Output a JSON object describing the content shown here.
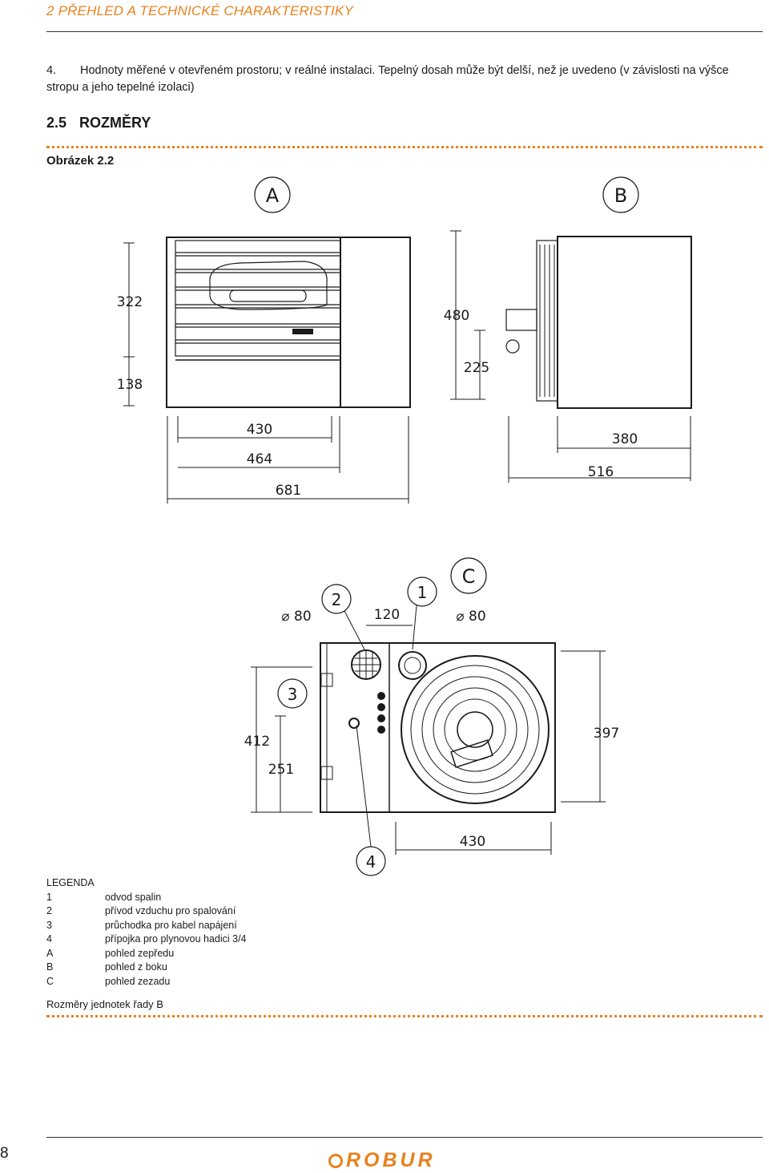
{
  "header": {
    "title": "2 PŘEHLED A TECHNICKÉ CHARAKTERISTIKY"
  },
  "note": {
    "number": "4.",
    "text": "Hodnoty měřené v otevřeném prostoru; v reálné instalaci. Tepelný dosah může být delší, než je uvedeno (v závislosti na výšce stropu a jeho tepelné izolaci)"
  },
  "section": {
    "number": "2.5",
    "title": "ROZMĚRY"
  },
  "figure": {
    "label": "Obrázek 2.2",
    "views": {
      "front": "A",
      "side": "B",
      "rear": "C"
    },
    "front_dims": {
      "height_total": "322",
      "height_lower": "138",
      "w1": "430",
      "w2": "464",
      "w3": "681"
    },
    "side_dims": {
      "height": "480",
      "height_lower": "225",
      "d1": "380",
      "d2": "516"
    },
    "rear_dims": {
      "d_left": "⌀ 80",
      "spacing": "120",
      "d_right": "⌀ 80",
      "height": "412",
      "height_lower": "251",
      "height_right": "397",
      "width": "430"
    },
    "callouts": {
      "c1": "1",
      "c2": "2",
      "c3": "3",
      "c4": "4"
    }
  },
  "legend": {
    "title": "LEGENDA",
    "items": [
      {
        "key": "1",
        "text": "odvod spalin"
      },
      {
        "key": "2",
        "text": "přívod vzduchu pro spalování"
      },
      {
        "key": "3",
        "text": "průchodka pro kabel napájení"
      },
      {
        "key": "4",
        "text": "přípojka pro plynovou hadici 3/4"
      },
      {
        "key": "A",
        "text": "pohled zepředu"
      },
      {
        "key": "B",
        "text": "pohled z boku"
      },
      {
        "key": "C",
        "text": "pohled zezadu"
      }
    ]
  },
  "footnote": "Rozměry jednotek řady B",
  "footer": {
    "page": "8",
    "logo": "ROBUR"
  },
  "colors": {
    "accent": "#e8821e",
    "ink": "#1a1a1a"
  }
}
